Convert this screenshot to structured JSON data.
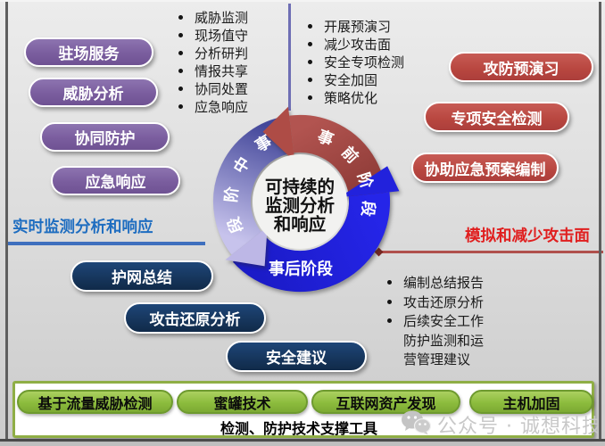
{
  "colors": {
    "purple_pill": "#7A5D9E",
    "red_pill": "#B8463F",
    "navy_pill": "#16355B",
    "green_pill": "#8CBC3D",
    "blue_section_text": "#1E6DC0",
    "blue_section_line": "#3E6FBE",
    "red_section_text": "#E01F1F",
    "red_section_line": "#B0504C",
    "divider_line": "#6E6EB4",
    "arc_during_gradient": [
      "#43479A",
      "#C7C3EC"
    ],
    "arc_before_gradient": [
      "#B25450",
      "#7C2F2B"
    ],
    "arc_after": "#2222DC"
  },
  "left_pills": [
    "驻场服务",
    "威胁分析",
    "协同防护",
    "应急响应"
  ],
  "mid_list": [
    "威胁监测",
    "现场值守",
    "分析研判",
    "情报共享",
    "协同处置",
    "应急响应"
  ],
  "pre_list": [
    "开展预演习",
    "减少攻击面",
    "安全专项检测",
    "安全加固",
    "策略优化"
  ],
  "right_pills": [
    "攻防预演习",
    "专项安全检测",
    "协助应急预案编制"
  ],
  "bottom_pills": [
    "护网总结",
    "攻击还原分析",
    "安全建议"
  ],
  "post_list": [
    "编制总结报告",
    "攻击还原分析",
    "后续安全工作",
    "防护监测和运",
    "营管理建议"
  ],
  "tool_pills": [
    "基于流量威胁检测",
    "蜜罐技术",
    "互联网资产发现",
    "主机加固"
  ],
  "labels": {
    "left_section": "实时监测分析和响应",
    "right_section": "模拟和减少攻击面",
    "tools_caption": "检测、防护技术支撑工具",
    "watermark": "公众号 · 诚想科技"
  },
  "cycle": {
    "center_lines": [
      "可持续的",
      "监测分析",
      "和响应"
    ],
    "during": {
      "label": "事中阶段",
      "chars": [
        "事",
        "中",
        "阶",
        "段"
      ]
    },
    "before": {
      "label": "事前阶段",
      "chars": [
        "事",
        "前",
        "阶",
        "段"
      ]
    },
    "after_label": "事后阶段"
  }
}
